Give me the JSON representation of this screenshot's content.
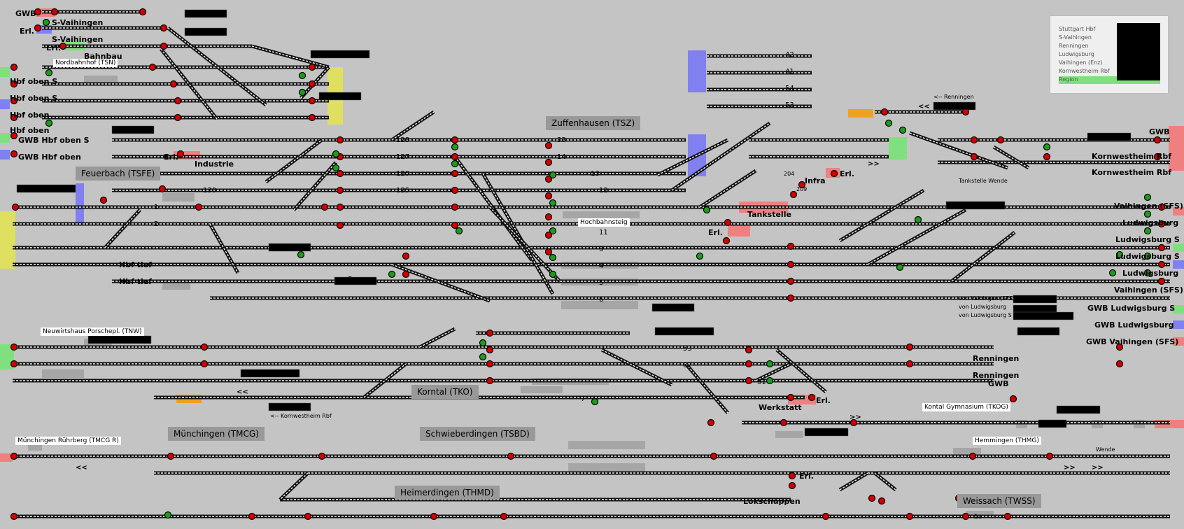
{
  "app": "Stellwerksimulator – Gleisbildstellwerk",
  "colors": {
    "background": "#c4c4c4",
    "track": "#111111",
    "track_highlight": "#f2f2f2",
    "signal_red": "#d40000",
    "signal_green": "#1a9e1a",
    "zone_yellow": "#e0e060",
    "zone_blue": "#8080f0",
    "zone_red": "#f08080",
    "zone_green": "#80e080",
    "zone_orange": "#f0a020",
    "station_caption_bg": "#999999"
  },
  "icons": {
    "signal": "main-signal-icon",
    "shunt_signal": "shunting-signal-icon",
    "direction": "direction-arrow-icon",
    "switch": "track-switch-icon"
  },
  "legend": {
    "rows": [
      "Stuttgart Hbf",
      "S-Vaihingen",
      "Renningen",
      "Ludwigsburg",
      "Vaihingen (Enz)",
      "Kornwestheim Rbf",
      "Region"
    ]
  },
  "stations": [
    "Feuerbach (TSFE)",
    "Zuffenhausen (TSZ)",
    "Korntal (TKO)",
    "Münchingen (TMCG)",
    "Schwieberdingen (TSBD)",
    "Heimerdingen (THMD)",
    "Weissach (TWSS)"
  ],
  "sub_stations": [
    "Nordbahnhof (TSN)",
    "Neuwirtshaus Porschepl. (TNW)",
    "Münchingen Rührberg (TMCG R)",
    "Kontal Gymnasium (TKOG)",
    "Hemmingen (THMG)",
    "Hochbahnsteig",
    "Tankstelle Wende",
    "Wende"
  ],
  "left_labels": [
    "GWB",
    "S-Vaihingen",
    "Erl.",
    "S-Vaihingen",
    "Erl.",
    "Bahnbau",
    "Hbf oben S",
    "Hbf oben S",
    "Hbf oben",
    "Hbf oben",
    "GWB Hbf oben S",
    "GWB Hbf oben",
    "Erl.",
    "Industrie",
    "Hbf tief",
    "Hbf tief"
  ],
  "right_labels": [
    "GWB",
    "Kornwestheim Rbf",
    "Kornwestheim Rbf",
    "Vaihingen (SFS)",
    "Ludwigsburg",
    "Ludwigsburg S",
    "Ludwigsburg S",
    "Ludwigsburg",
    "Vaihingen (SFS)",
    "GWB Ludwigsburg S",
    "GWB Ludwigsburg",
    "GWB Vaihingen (SFS)",
    "Renningen",
    "Renningen",
    "GWB"
  ],
  "middle_labels": [
    "Infra",
    "Erl.",
    "Tankstelle",
    "Erl.",
    "Werkstatt",
    "Erl.",
    "Erl.",
    "Lokschuppen"
  ],
  "notes": [
    "<-- Renningen",
    "<-- Kornwestheim Rbf",
    "von Vaihingen (SFS)",
    "von Ludwigsburg",
    "von Ludwigsburg S"
  ],
  "arrows": [
    "<<",
    ">>",
    "<<",
    ">>",
    "<<",
    ">>",
    ">>"
  ],
  "track_numbers": [
    {
      "n": "42"
    },
    {
      "n": "41"
    },
    {
      "n": "54"
    },
    {
      "n": "53"
    },
    {
      "n": "128"
    },
    {
      "n": "127"
    },
    {
      "n": "120"
    },
    {
      "n": "125"
    },
    {
      "n": "130"
    },
    {
      "n": "1"
    },
    {
      "n": "2"
    },
    {
      "n": "33"
    },
    {
      "n": "14"
    },
    {
      "n": "13"
    },
    {
      "n": "12"
    },
    {
      "n": "3"
    },
    {
      "n": "4"
    },
    {
      "n": "5"
    },
    {
      "n": "6"
    },
    {
      "n": "11"
    },
    {
      "n": "53"
    },
    {
      "n": "62"
    },
    {
      "n": "51"
    },
    {
      "n": "7"
    },
    {
      "n": "204"
    },
    {
      "n": "209"
    },
    {
      "n": "1a"
    }
  ]
}
